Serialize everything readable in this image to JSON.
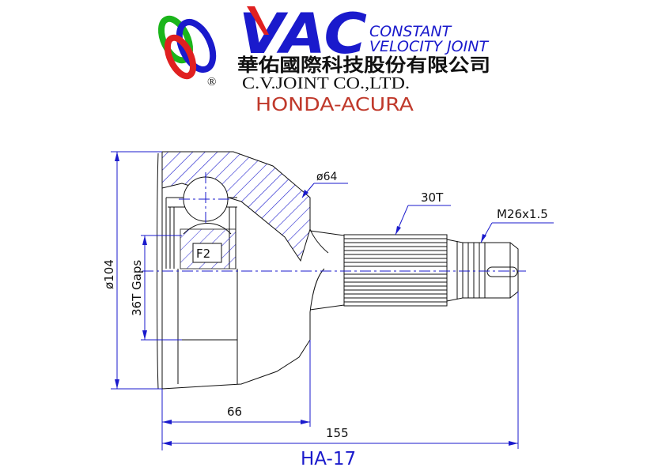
{
  "header": {
    "brand_logo": "VAC",
    "product_line_1": "CONSTANT",
    "product_line_2": "VELOCITY JOINT",
    "registered_mark": "®",
    "company_chinese": "華佑國際科技股份有限公司",
    "company_english": "C.V.JOINT CO.,LTD.",
    "application": "HONDA-ACURA"
  },
  "dimensions": {
    "outer_diameter": "ø64",
    "spline_teeth": "30T",
    "thread": "M26x1.5",
    "bell_diameter": "ø104",
    "gaps": "36T Gaps",
    "f2_label": "F2",
    "length_bell": "66",
    "length_total": "155"
  },
  "part_number": "HA-17",
  "colors": {
    "outline": "#111111",
    "hatch": "#1a1acc",
    "brand_blue": "#1a1acc",
    "brand_red": "#e02020",
    "logo_green": "#1bb51b",
    "logo_red": "#e02020",
    "logo_blue": "#1a1acc",
    "application_red": "#c0392b"
  }
}
